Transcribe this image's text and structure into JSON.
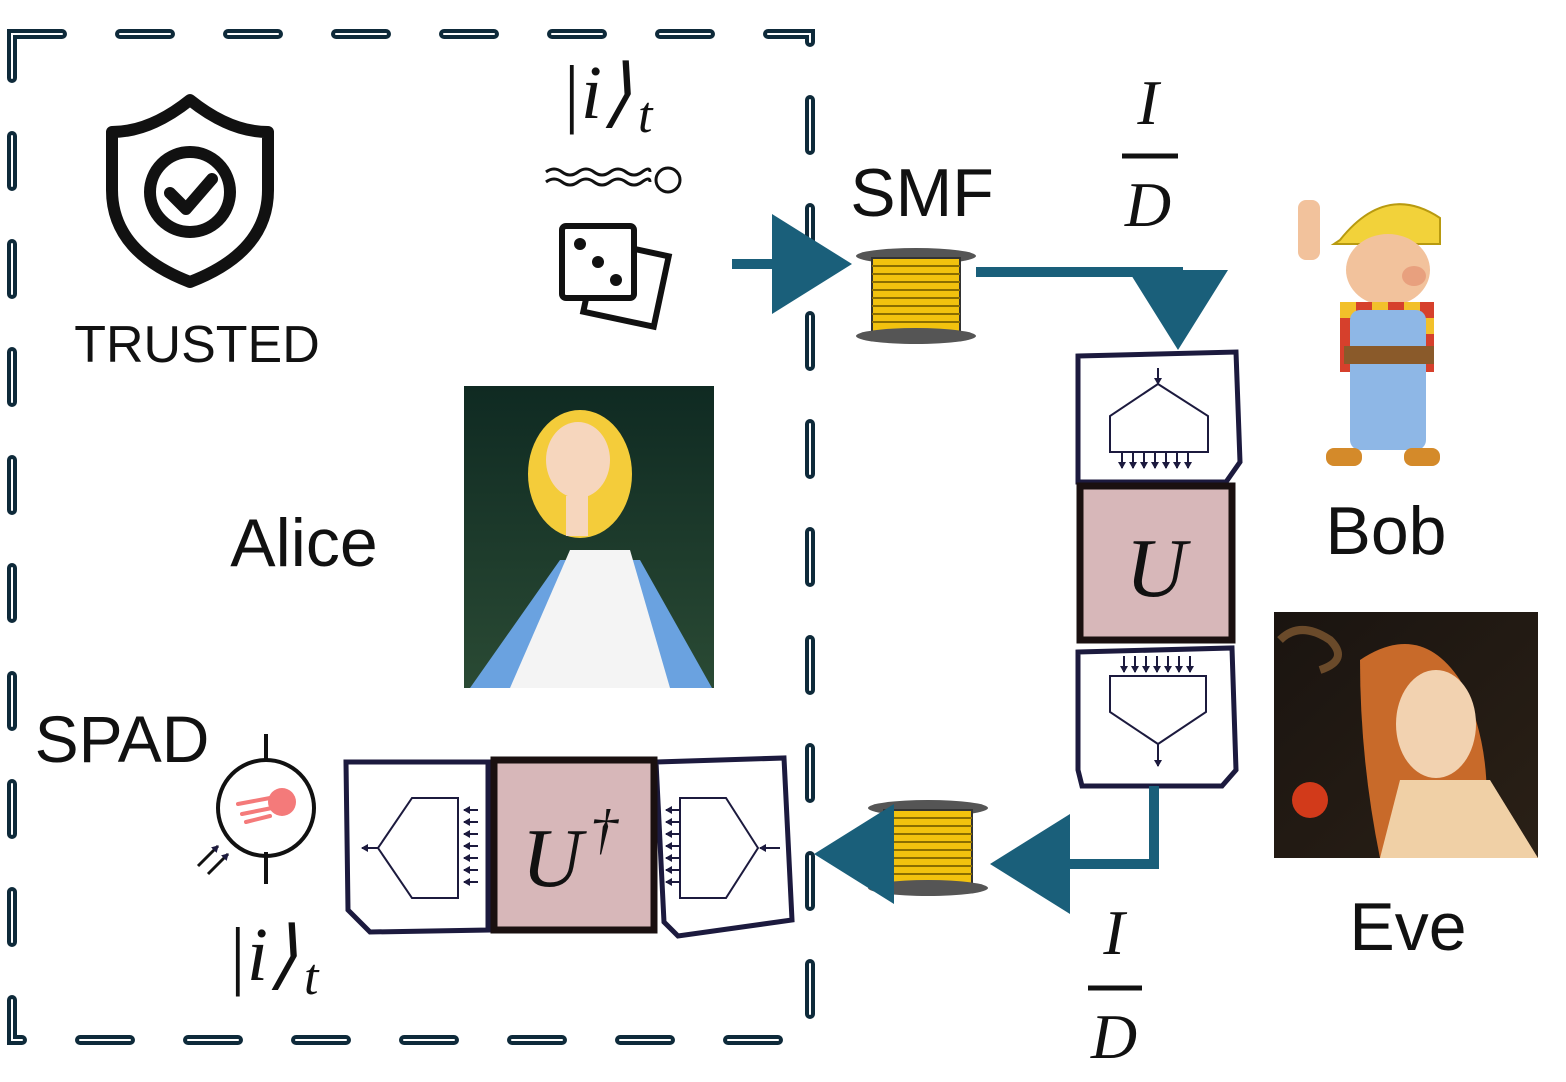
{
  "trust_zone": {
    "label": "TRUSTED"
  },
  "alice": {
    "label": "Alice"
  },
  "bob": {
    "label": "Bob"
  },
  "eve": {
    "label": "Eve"
  },
  "source": {
    "state_label": "|i⟩",
    "state_subscript": "t"
  },
  "fiber": {
    "label": "SMF"
  },
  "noise_top": {
    "numerator": "I",
    "denominator": "D"
  },
  "noise_bottom": {
    "numerator": "I",
    "denominator": "D"
  },
  "unitary": {
    "label": "U"
  },
  "inverse_unitary": {
    "label": "U",
    "dagger": "†"
  },
  "detector": {
    "label": "SPAD",
    "state_label": "|i⟩",
    "state_subscript": "t"
  },
  "colors": {
    "arrow": "#1a5f7a",
    "zone_border": "#0e2a3a",
    "unitary_fill": "#d7b7b9",
    "fiber_yellow": "#f2c20e",
    "fiber_cap": "#555555",
    "mode_sorter": "#1c1a3e"
  }
}
